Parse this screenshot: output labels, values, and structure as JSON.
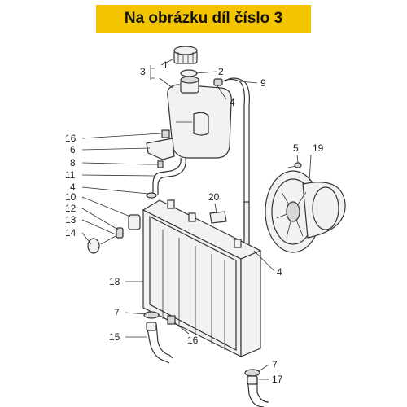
{
  "banner": {
    "text": "Na obrázku díl číslo 3"
  },
  "callouts": [
    {
      "id": "c1",
      "label": "1"
    },
    {
      "id": "c2",
      "label": "2"
    },
    {
      "id": "c3",
      "label": "3"
    },
    {
      "id": "c4a",
      "label": "4"
    },
    {
      "id": "c9",
      "label": "9"
    },
    {
      "id": "c16a",
      "label": "16"
    },
    {
      "id": "c6",
      "label": "6"
    },
    {
      "id": "c8",
      "label": "8"
    },
    {
      "id": "c11",
      "label": "11"
    },
    {
      "id": "c4b",
      "label": "4"
    },
    {
      "id": "c10",
      "label": "10"
    },
    {
      "id": "c12",
      "label": "12"
    },
    {
      "id": "c13",
      "label": "13"
    },
    {
      "id": "c14",
      "label": "14"
    },
    {
      "id": "c20",
      "label": "20"
    },
    {
      "id": "c5",
      "label": "5"
    },
    {
      "id": "c19",
      "label": "19"
    },
    {
      "id": "c4c",
      "label": "4"
    },
    {
      "id": "c18",
      "label": "18"
    },
    {
      "id": "c7a",
      "label": "7"
    },
    {
      "id": "c15",
      "label": "15"
    },
    {
      "id": "c16b",
      "label": "16"
    },
    {
      "id": "c7b",
      "label": "7"
    },
    {
      "id": "c17",
      "label": "17"
    }
  ],
  "colors": {
    "banner": "#f5c400"
  }
}
